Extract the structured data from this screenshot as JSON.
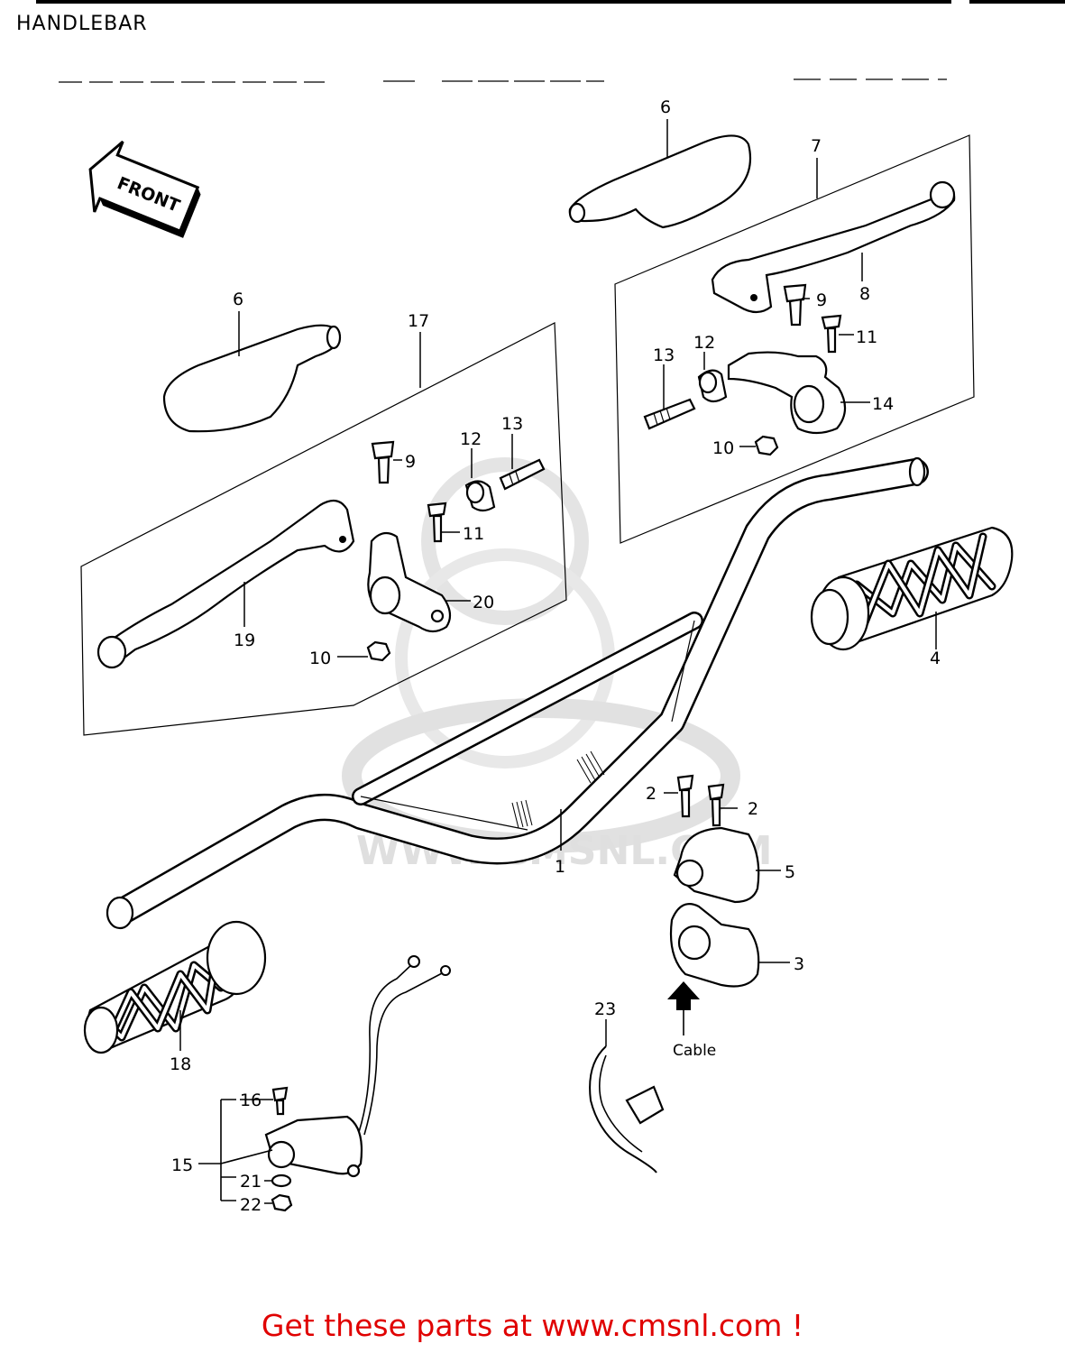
{
  "page": {
    "title": "HANDLEBAR",
    "footer": "Get these parts at www.cmsnl.com !"
  },
  "diagram": {
    "front_arrow_text": "FRONT",
    "watermark_text": "WWW.CMSNL.COM",
    "cable_label": "Cable",
    "callouts": [
      {
        "id": "1",
        "text": "1"
      },
      {
        "id": "2a",
        "text": "2"
      },
      {
        "id": "2b",
        "text": "2"
      },
      {
        "id": "3",
        "text": "3"
      },
      {
        "id": "4",
        "text": "4"
      },
      {
        "id": "5",
        "text": "5"
      },
      {
        "id": "6a",
        "text": "6"
      },
      {
        "id": "6b",
        "text": "6"
      },
      {
        "id": "7",
        "text": "7"
      },
      {
        "id": "8",
        "text": "8"
      },
      {
        "id": "9a",
        "text": "9"
      },
      {
        "id": "9b",
        "text": "9"
      },
      {
        "id": "10a",
        "text": "10"
      },
      {
        "id": "10b",
        "text": "10"
      },
      {
        "id": "11a",
        "text": "11"
      },
      {
        "id": "11b",
        "text": "11"
      },
      {
        "id": "12a",
        "text": "12"
      },
      {
        "id": "12b",
        "text": "12"
      },
      {
        "id": "13a",
        "text": "13"
      },
      {
        "id": "13b",
        "text": "13"
      },
      {
        "id": "14",
        "text": "14"
      },
      {
        "id": "15",
        "text": "15"
      },
      {
        "id": "16",
        "text": "16"
      },
      {
        "id": "17",
        "text": "17"
      },
      {
        "id": "18",
        "text": "18"
      },
      {
        "id": "19",
        "text": "19"
      },
      {
        "id": "20",
        "text": "20"
      },
      {
        "id": "21",
        "text": "21"
      },
      {
        "id": "22",
        "text": "22"
      },
      {
        "id": "23",
        "text": "23"
      }
    ]
  }
}
